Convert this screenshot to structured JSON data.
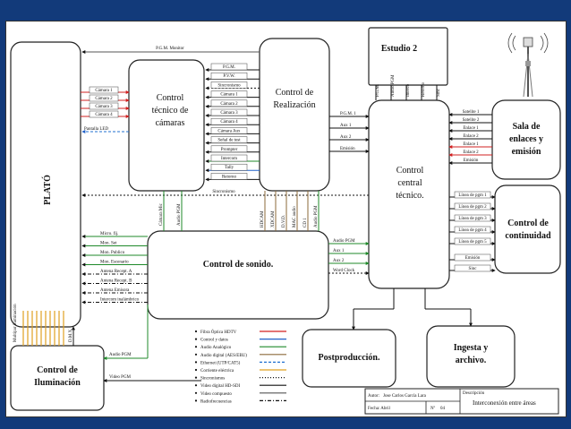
{
  "boxes": {
    "plato": "PLATÓ",
    "ctc": [
      "Control",
      "técnico de",
      "cámaras"
    ],
    "realiz": [
      "Control de",
      "Realización"
    ],
    "estudio2": "Estudio 2",
    "cct": [
      "Control",
      "central",
      "técnico."
    ],
    "salaenl": [
      "Sala de",
      "enlaces y",
      "emisión"
    ],
    "continuidad": [
      "Control de",
      "continuidad"
    ],
    "sonido": "Control de sonido.",
    "ilum": [
      "Control de",
      "Iluminación"
    ],
    "postprod": "Postproducción.",
    "ingesta": [
      "Ingesta y",
      "archivo."
    ]
  },
  "labels": {
    "pgm_monitor": "P.G.M. Monitor",
    "camaras": [
      "Cámara 1",
      "Cámara 2",
      "Cámara 3",
      "Cámara 4"
    ],
    "pantalla_led": "Pantalla LED",
    "ctc_realiz": [
      "P.G.M.",
      "P.V.W.",
      "Sincronismo",
      "Cámara 1",
      "Cámara 2",
      "Cámara 3",
      "Cámara 4",
      "Cámara Aux",
      "Señal de test",
      "Prompter",
      "Intercom",
      "Tally",
      "Retorno"
    ],
    "sincronismo": "Sincronismo",
    "camara_mic": "Cámara Mic",
    "audio_pgm_v": "Audio PGM",
    "realiz_cct": [
      "P.G.M. 1",
      "Aux 1",
      "Aux 2",
      "Emisión"
    ],
    "realiz_sonido_v": [
      "HDCAM",
      "XDCAM",
      "D.V.D.",
      "MAC audio",
      "CD 1",
      "Audio PGM"
    ],
    "estudio2_v": [
      "P.G.M.",
      "Audio PGM",
      "Interco",
      "Retorno",
      "Sinc"
    ],
    "salaenl": [
      "Satelite 1",
      "Satelite 2",
      "Enlace 1",
      "Enlace 2",
      "Enlace 1",
      "Enlace 2",
      "Emisión"
    ],
    "continuidad": [
      "Línea de pgm 1",
      "Línea de pgm 2",
      "Línea de pgm 3",
      "Línea de pgm 4",
      "Línea de pgm 5",
      "Emisión",
      "Sinc"
    ],
    "sonido_cct": [
      "Audio PGM",
      "Aux 1",
      "Aux 2",
      "Word Clock"
    ],
    "plato_sonido": [
      "Micro. fij.",
      "Mon. Set",
      "Mon. Publico",
      "Mon. Escenario",
      "Antena Recept. A",
      "Antena Recept. B",
      "Antena Emisora",
      "Intercom inalámbrico"
    ],
    "multipar": "Multipar iluminación",
    "dmx": "D.M.X.",
    "audio_pgm": "Audio PGM",
    "video_pgm": "Video PGM"
  },
  "legend": [
    {
      "text": "Fibra Óptica HDTV",
      "color": "#d22020",
      "style": "solid"
    },
    {
      "text": "Control y datos",
      "color": "#2060c8",
      "style": "solid"
    },
    {
      "text": "Audio Analógico",
      "color": "#1f8a2a",
      "style": "solid"
    },
    {
      "text": "Audio digital (AES/EBU)",
      "color": "#8b6a3a",
      "style": "solid"
    },
    {
      "text": "Ethernet (UTP/CAT5)",
      "color": "#2070d0",
      "style": "dashed"
    },
    {
      "text": "Corriente eléctrica",
      "color": "#e0a020",
      "style": "solid"
    },
    {
      "text": "Sincronismos",
      "color": "#111111",
      "style": "dotted"
    },
    {
      "text": "Video digital HD-SDI",
      "color": "#111111",
      "style": "solid"
    },
    {
      "text": "Video compuesto",
      "color": "#555555",
      "style": "solid"
    },
    {
      "text": "Radiofrecuencias",
      "color": "#111111",
      "style": "dashdot"
    }
  ],
  "titleblock": {
    "autor_label": "Autor:",
    "autor": "Jose Carlos García Lara",
    "descripcion_label": "Descripción",
    "descripcion": "Interconexión entre áreas",
    "fecha_label": "Fecha: Abril",
    "num_label": "Nº",
    "num": "04"
  }
}
